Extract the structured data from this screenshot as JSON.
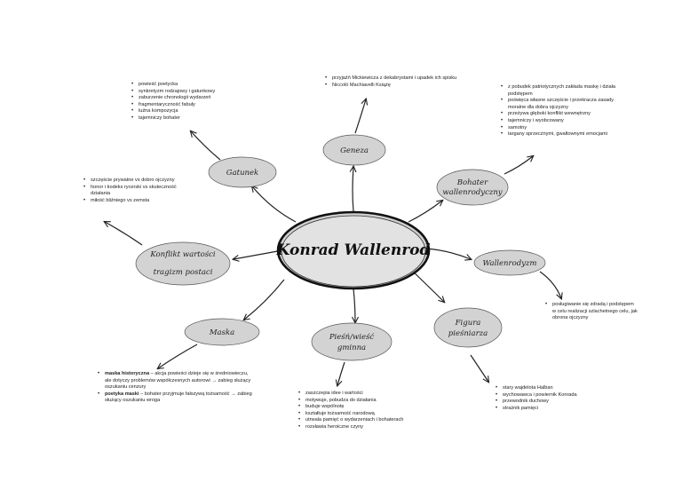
{
  "center": {
    "title": "Konrad Wallenrod"
  },
  "nodes": {
    "geneza": "Geneza",
    "gatunek": "Gatunek",
    "bohater": [
      "Bohater",
      "wallenrodyczny"
    ],
    "konflikt": [
      "Konflikt wartości",
      "tragizm postaci"
    ],
    "wallenrodyzm": "Wallenrodyzm",
    "maska": "Maska",
    "piesn": [
      "Pieśń/wieść",
      "gminna"
    ],
    "figura": [
      "Figura",
      "pieśniarza"
    ]
  },
  "notes": {
    "geneza": [
      "przyjaźń Mickiewicza z dekabrystami i upadek ich spisku",
      "Niccolò Machiavelli Książę"
    ],
    "gatunek": [
      "powieść poetycka",
      "synkretyzm rodzajowy i gatunkowy",
      "zaburzenie chronologii wydarzeń",
      "fragmentaryczność fabuły",
      "luźna kompozycja",
      "tajemniczy bohater"
    ],
    "bohater": [
      "z pobudek patriotycznych zakłada maskę i działa podstępem",
      "poświęca własne szczęście i przekracza zasady moralne dla dobra ojczyzny",
      "przeżywa głęboki konflikt wewnętrzny",
      "tajemniczy i wyobcowany",
      "samotny",
      "targany sprzecznymi, gwałtownymi emocjami"
    ],
    "konflikt": [
      "szczęście prywatne vs dobro ojczyzny",
      "honor i kodeks rycerski vs skuteczność działania",
      "miłość bliźniego vs zemsta"
    ],
    "wallenrodyzm": [
      "posługiwanie się zdradą i podstępem w celu realizacji szlachetnego celu, jak obrona ojczyzny"
    ],
    "maska": {
      "item1_bold": "maska historyczna",
      "item1_rest": " – akcja powieści dzieje się w średniowieczu, ale dotyczy problemów współczesnych autorowi → zabieg służący oszukaniu cenzury",
      "item2_bold": "poetyka maski",
      "item2_rest": " – bohater przyjmuje fałszywą tożsamość → zabieg służący oszukaniu wroga"
    },
    "piesn": [
      "zaszczepia idee i wartości",
      "motywuje, pobudza do działania",
      "buduje wspólnotę",
      "kształtuje tożsamość narodową",
      "utrwala pamięć o wydarzeniach i bohaterach",
      "rozsławia heroiczne czyny"
    ],
    "figura": [
      "stary wajdelota Halban",
      "wychowawca i powiernik Konrada",
      "przewodnik duchowy",
      "strażnik pamięci"
    ]
  }
}
